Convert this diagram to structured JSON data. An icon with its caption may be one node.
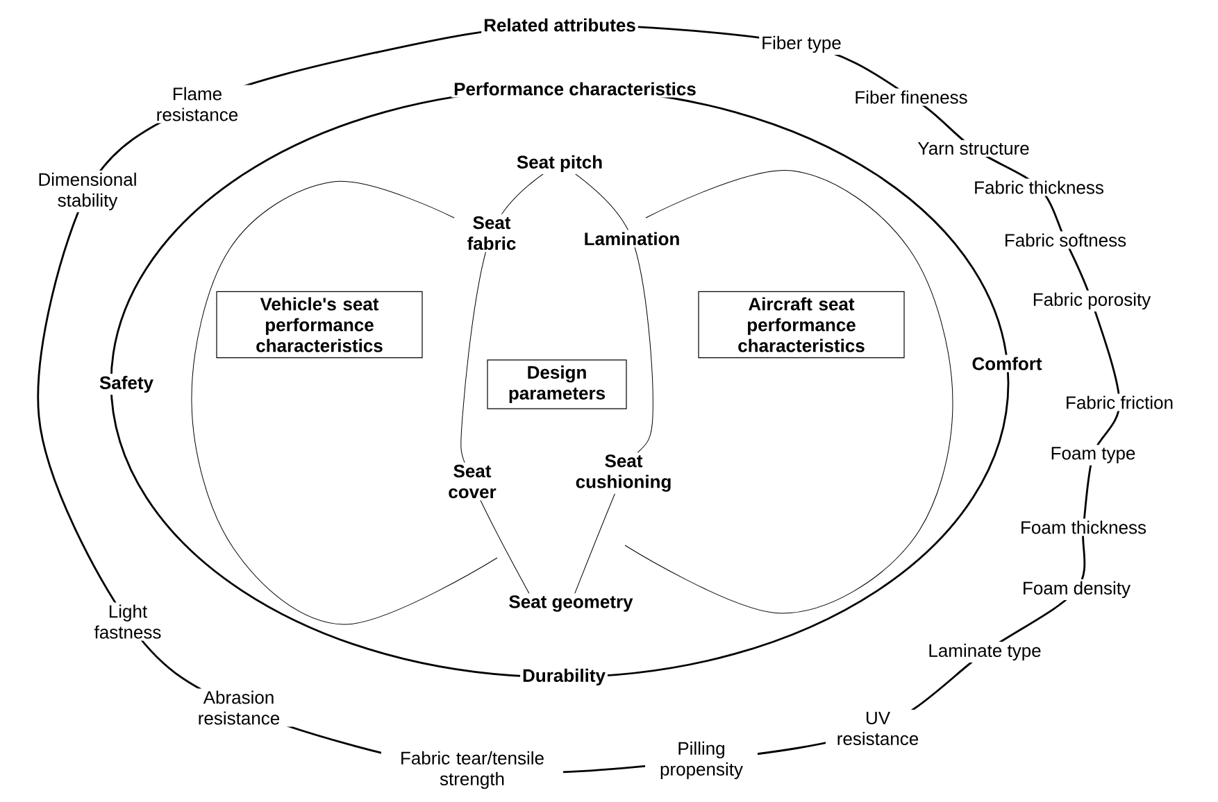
{
  "diagram": {
    "nodes": [
      {
        "text": [
          "Related attributes",
          "Fiber type",
          "Fiber fineness",
          "Yarn structure",
          "Fabric thickness",
          "Fabric softness",
          "Fabric porosity",
          "Fabric friction",
          "Foam type",
          "Foam thickness",
          "Foam density",
          "Laminate type",
          "UV resistance",
          "Pilling propensity",
          "Fabric tear/tensile strength",
          "Abrasion resistance",
          "Light fastness",
          "Dimensional stability",
          "Flame resistance"
        ]
      },
      {
        "text": [
          "Performance characteristics",
          "Safety",
          "Comfort",
          "Durability"
        ],
        "in": 0
      },
      {
        "text": [],
        "shape": "circle",
        "in": 1
      },
      {
        "text": [
          "Vehicle's seat performance characteristics"
        ],
        "in": 2
      },
      {
        "text": [],
        "shape": "circle",
        "in": 1
      },
      {
        "text": [
          "Aircraft seat performance characteristics"
        ],
        "in": 4
      },
      {
        "text": [
          "Design parameters"
        ],
        "in": 1
      }
    ],
    "labels": [
      "Seat pitch",
      "Seat fabric",
      "Lamination",
      "Seat cover",
      "Seat cushioning",
      "Seat geometry"
    ]
  }
}
